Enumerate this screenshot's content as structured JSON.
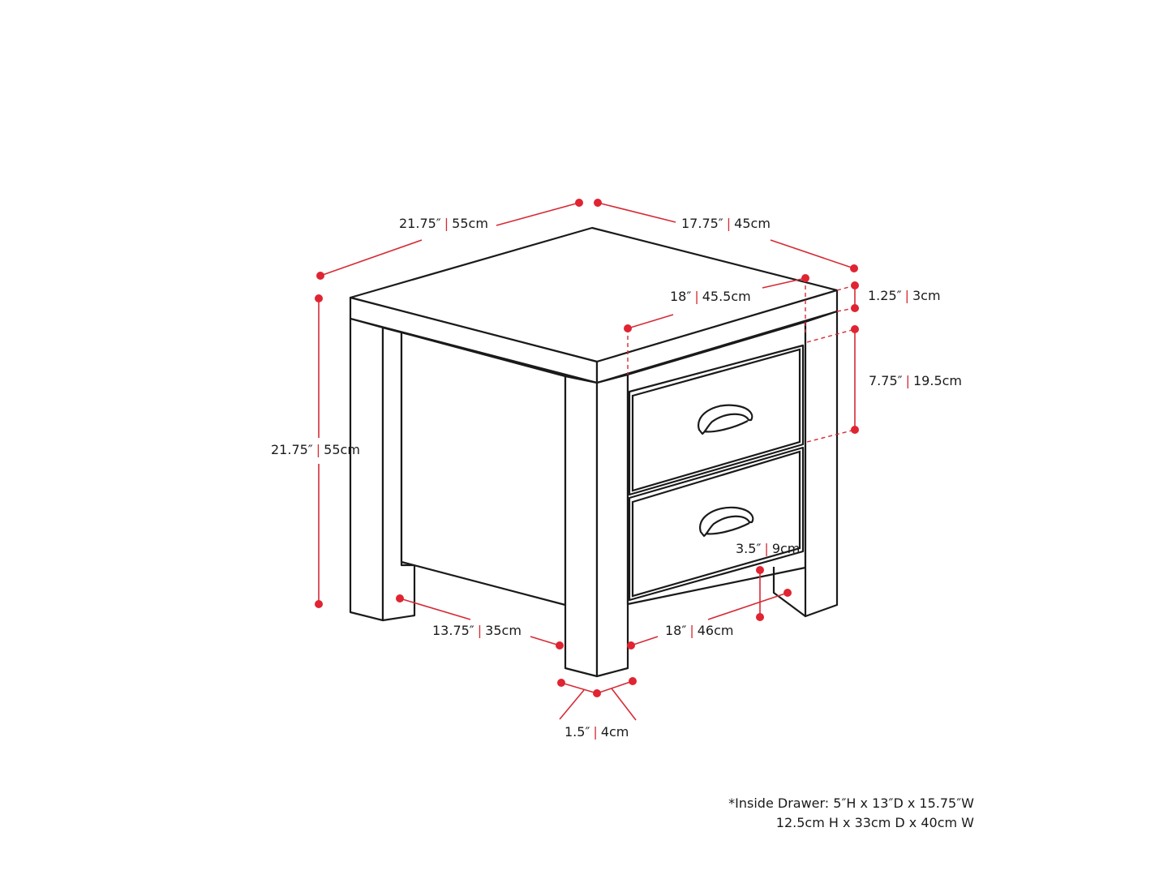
{
  "diagram": {
    "subject": "two-drawer nightstand dimension drawing",
    "colors": {
      "outline": "#1a1a1a",
      "dimension": "#d62b35",
      "dot": "#e02432",
      "background": "#ffffff"
    },
    "dimensions": {
      "top_width": {
        "imperial": "21.75″",
        "metric": "55cm"
      },
      "top_depth": {
        "imperial": "17.75″",
        "metric": "45cm"
      },
      "inner_depth": {
        "imperial": "18″",
        "metric": "45.5cm"
      },
      "top_thickness": {
        "imperial": "1.25″",
        "metric": "3cm"
      },
      "drawer_height": {
        "imperial": "7.75″",
        "metric": "19.5cm"
      },
      "total_height": {
        "imperial": "21.75″",
        "metric": "55cm"
      },
      "clearance": {
        "imperial": "3.5″",
        "metric": "9cm"
      },
      "side_width": {
        "imperial": "13.75″",
        "metric": "35cm"
      },
      "front_width": {
        "imperial": "18″",
        "metric": "46cm"
      },
      "leg_width": {
        "imperial": "1.5″",
        "metric": "4cm"
      }
    },
    "separator": "|",
    "note": {
      "line1": "*Inside Drawer: 5″H x 13″D x 15.75″W",
      "line2": "12.5cm H x 33cm D x 40cm W"
    }
  }
}
